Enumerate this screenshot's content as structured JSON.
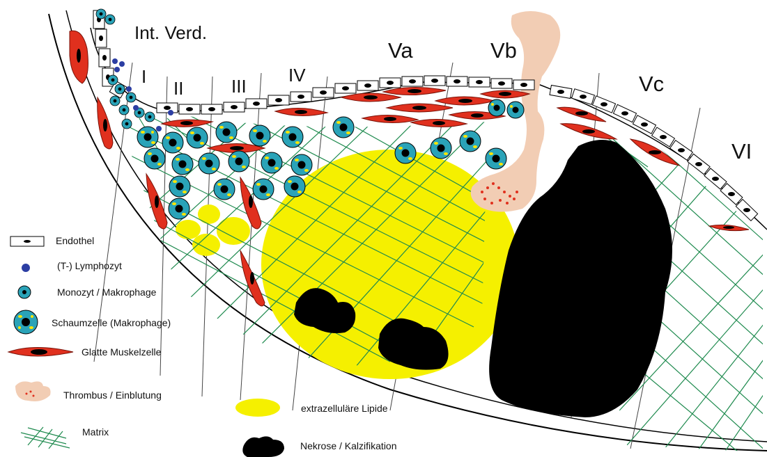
{
  "stages": {
    "int_verd": "Int. Verd.",
    "i": "I",
    "ii": "II",
    "iii": "III",
    "iv": "IV",
    "va": "Va",
    "vb": "Vb",
    "vc": "Vc",
    "vi": "VI"
  },
  "legend": {
    "endothel": "Endothel",
    "lymphozyt": "(T-) Lymphozyt",
    "monozyt": "Monozyt / Makrophage",
    "schaumzelle": "Schaumzelle (Makrophage)",
    "muskelzelle": "Glatte Muskelzelle",
    "thrombus": "Thrombus / Einblutung",
    "matrix": "Matrix",
    "lipide": "extrazelluläre Lipide",
    "nekrose": "Nekrose / Kalzifikation"
  },
  "colors": {
    "lipid_yellow": "#f5f000",
    "matrix_green": "#1e8a4e",
    "muscle_red": "#e0301e",
    "macrophage_teal": "#2aa3b8",
    "foam_yellow": "#ffe600",
    "lymphocyte_blue": "#2c3ea3",
    "thrombus_pink": "#f2cdb4",
    "necrosis_black": "#000000"
  }
}
